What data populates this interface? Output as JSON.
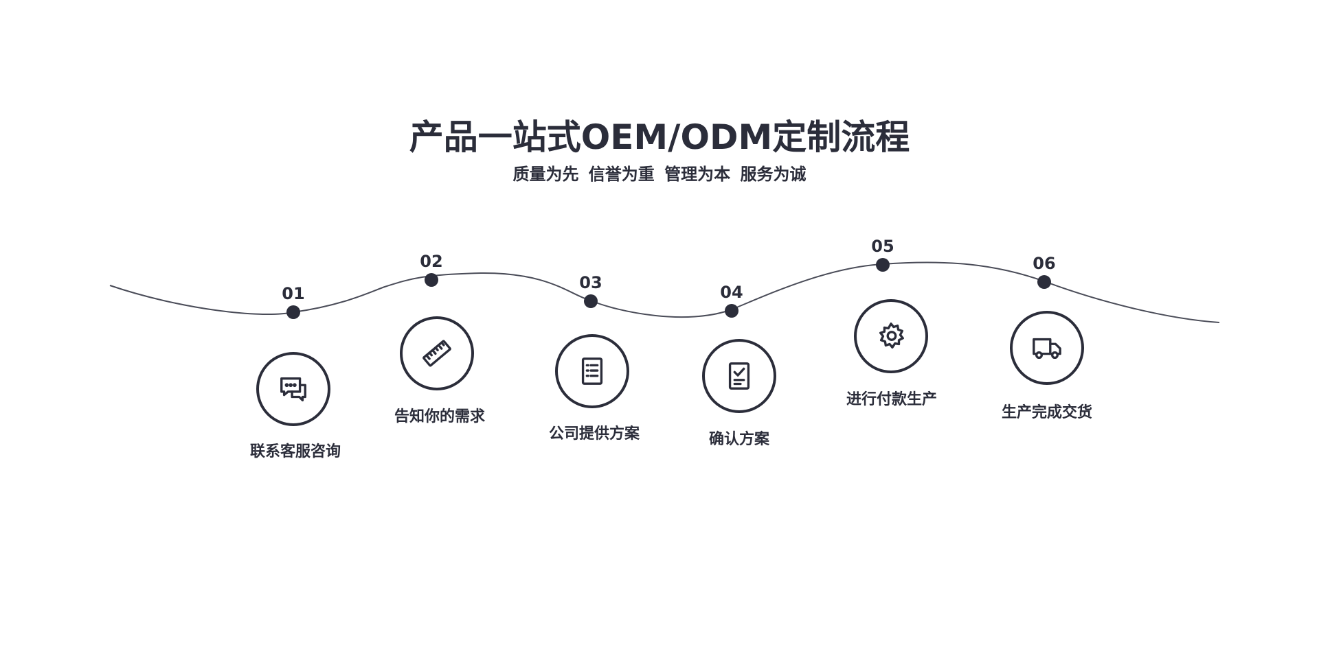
{
  "title": "产品一站式OEM/ODM定制流程",
  "subtitle": "质量为先 信誉为重 管理为本 服务为诚",
  "steps": [
    {
      "number": "01",
      "label": "联系客服咨询",
      "icon": "chat-bubbles-icon"
    },
    {
      "number": "02",
      "label": "告知你的需求",
      "icon": "ruler-icon"
    },
    {
      "number": "03",
      "label": "公司提供方案",
      "icon": "document-list-icon"
    },
    {
      "number": "04",
      "label": "确认方案",
      "icon": "checklist-icon"
    },
    {
      "number": "05",
      "label": "进行付款生产",
      "icon": "gear-icon"
    },
    {
      "number": "06",
      "label": "生产完成交货",
      "icon": "truck-icon"
    }
  ],
  "colors": {
    "primary": "#2b2d3a",
    "curve": "#4a4c58",
    "background": "#ffffff"
  }
}
